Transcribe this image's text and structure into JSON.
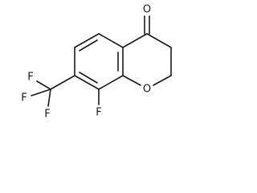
{
  "molecule": {
    "atom_labels": {
      "ketone_oxygen": "O",
      "ring_oxygen": "O",
      "fluorine_ring": "F",
      "fluorine_cf3_top": "F",
      "fluorine_cf3_left": "F",
      "fluorine_cf3_bottom": "F"
    },
    "colors": {
      "ink": "#1a1a1a",
      "background": "#ffffff"
    }
  }
}
